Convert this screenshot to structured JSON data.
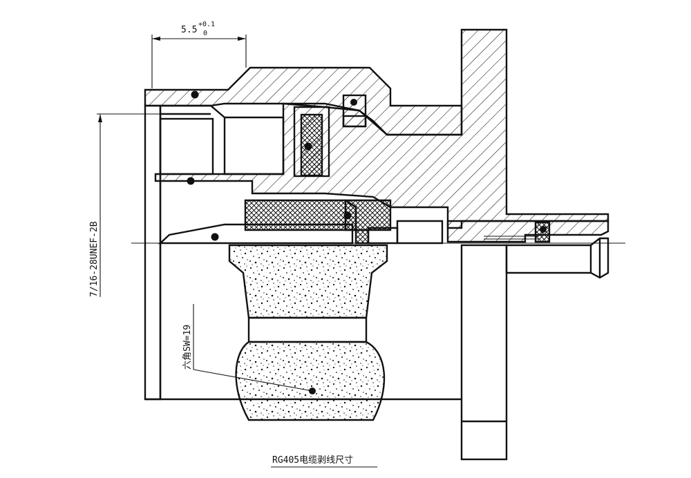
{
  "drawing": {
    "dimension_top": {
      "nominal": "5.5",
      "tol_upper": "+0.1",
      "tol_lower": "0"
    },
    "thread_spec": "7/16-28UNEF-2B",
    "hex_note": "六角SW=19",
    "caption": "RG405电缆剥线尺寸"
  }
}
